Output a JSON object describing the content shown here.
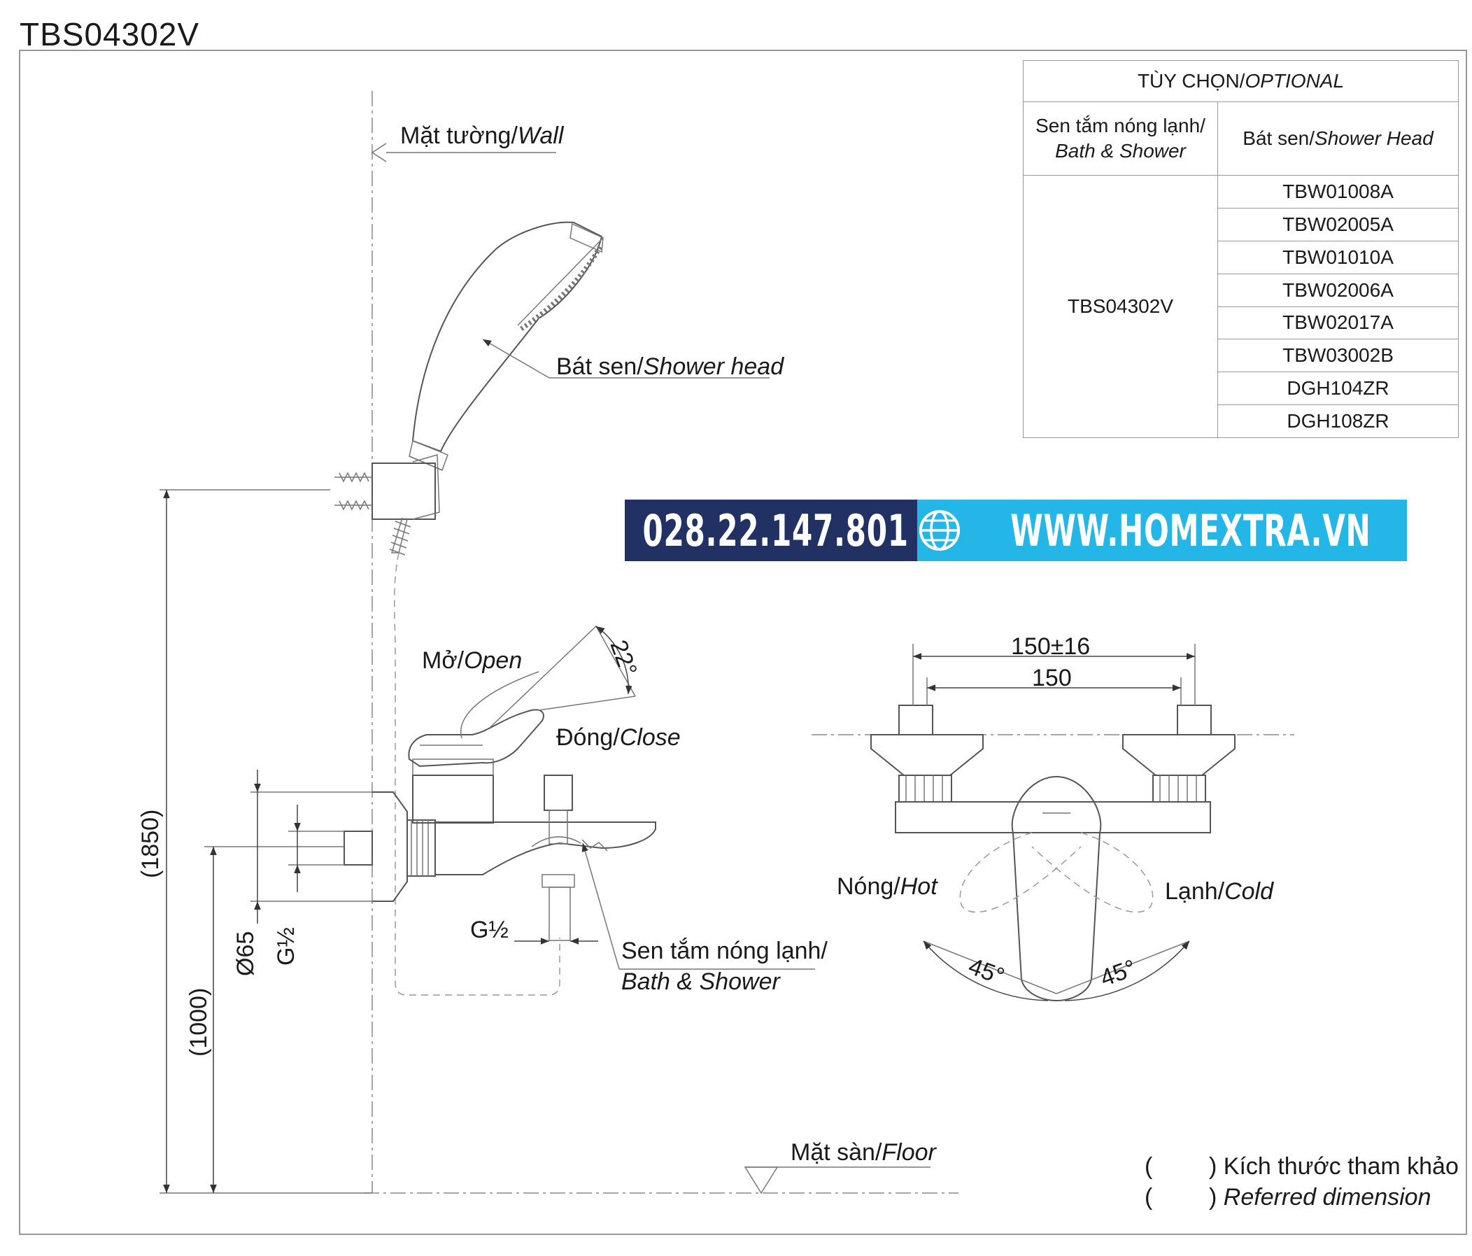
{
  "title": "TBS04302V",
  "labels": {
    "wall_vi": "Mặt tường/",
    "wall_en": "Wall",
    "shower_head_vi": "Bát sen/",
    "shower_head_en": "Shower head",
    "open_vi": "Mở/",
    "open_en": "Open",
    "close_vi": "Đóng/",
    "close_en": "Close",
    "angle_lever": "22°",
    "bath_shower_vi": "Sen tắm nóng lạnh/",
    "bath_shower_en": "Bath & Shower",
    "floor_vi": "Mặt sàn/",
    "floor_en": "Floor",
    "hot_vi": "Nóng/",
    "hot_en": "Hot",
    "cold_vi": "Lạnh/",
    "cold_en": "Cold",
    "angle_left": "45°",
    "angle_right": "45°"
  },
  "dimensions": {
    "height_total": "(1850)",
    "height_outlet": "(1000)",
    "diameter": "Ø65",
    "thread_wall": "G½",
    "thread_outlet": "G½",
    "width_adjust": "150±16",
    "width_center": "150"
  },
  "optional_table": {
    "header_vi": "TÙY CHỌN/",
    "header_en": "OPTIONAL",
    "col1_vi": "Sen tắm nóng lạnh/",
    "col1_en": "Bath & Shower",
    "col2_vi": "Bát sen/",
    "col2_en": "Shower Head",
    "model": "TBS04302V",
    "shower_heads": [
      "TBW01008A",
      "TBW02005A",
      "TBW01010A",
      "TBW02006A",
      "TBW02017A",
      "TBW03002B",
      "DGH104ZR",
      "DGH108ZR"
    ]
  },
  "banner": {
    "phone": "028.22.147.801",
    "website": "WWW.HOMEXTRA.VN",
    "phone_color": "#223163",
    "web_color": "#25b6e8"
  },
  "note": {
    "paren_open": "(",
    "paren_close": ")",
    "line1": "Kích thước tham khảo",
    "line2": "Referred dimension"
  }
}
